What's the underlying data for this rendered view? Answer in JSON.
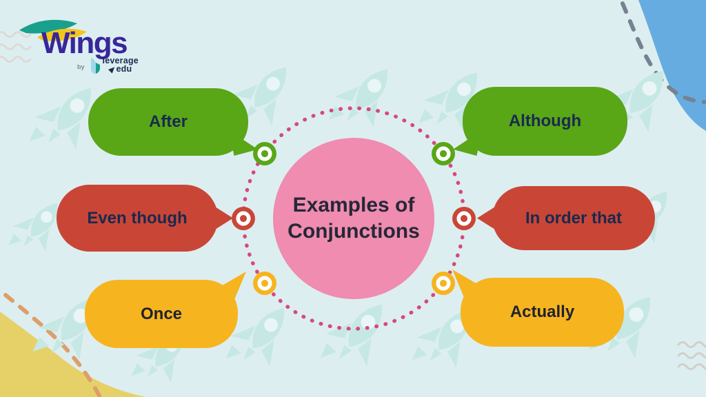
{
  "logo": {
    "brand": "Wings",
    "by": "by",
    "sub_brand_line1": "leverage",
    "sub_brand_line2": "edu",
    "brand_color": "#38269b",
    "swoosh_colors": [
      "#18a08d",
      "#f4c61c"
    ]
  },
  "center": {
    "title_line1": "Examples of",
    "title_line2": "Conjunctions",
    "circle_color": "#ef8cb0",
    "dotted_ring_color": "#d6497c",
    "text_color": "#252836"
  },
  "bubbles": [
    {
      "label": "After",
      "color": "#59a617",
      "position": "top-left",
      "node_color": "#59a617"
    },
    {
      "label": "Although",
      "color": "#59a617",
      "position": "top-right",
      "node_color": "#59a617"
    },
    {
      "label": "Even though",
      "color": "#c94637",
      "position": "middle-left",
      "node_color": "#c94637"
    },
    {
      "label": "In order that",
      "color": "#c94637",
      "position": "middle-right",
      "node_color": "#c94637"
    },
    {
      "label": "Once",
      "color": "#f6b41f",
      "position": "bottom-left",
      "node_color": "#f6b41f"
    },
    {
      "label": "Actually",
      "color": "#f6b41f",
      "position": "bottom-right",
      "node_color": "#f6b41f"
    }
  ],
  "decorations": {
    "background_color": "#ddeef1",
    "rocket_icon_color": "#c6e8e4",
    "blue_corner_blob_color": "#67ace1",
    "yellow_corner_blob_color": "#e6d169",
    "gray_dashed_trail_color": "#76828f",
    "orange_dashed_trail_color": "#de9e69",
    "wave_lines_top_left_color": "#dedad3",
    "wave_lines_bottom_right_color": "#d1cfcb"
  }
}
